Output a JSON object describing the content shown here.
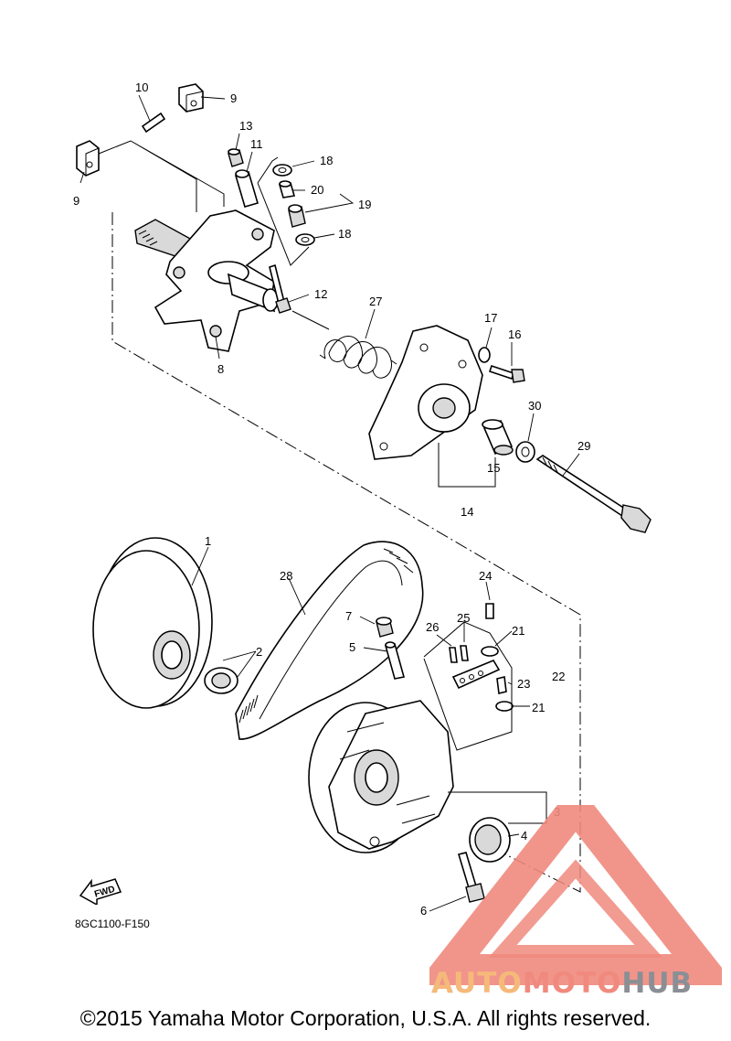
{
  "diagram_code": "8GC1100-F150",
  "copyright": "©2015 Yamaha Motor Corporation, U.S.A. All rights reserved.",
  "fwd_label": "FWD",
  "watermark": {
    "part1": "AUTO",
    "part2": "MOTO",
    "part3": "HUB"
  },
  "colors": {
    "watermark_orange": "#f5b97a",
    "watermark_red": "#f08a7e",
    "watermark_gray": "#8b8f95"
  },
  "callouts": {
    "c1": "1",
    "c2": "2",
    "c3": "3",
    "c4": "4",
    "c5": "5",
    "c6": "6",
    "c7": "7",
    "c8": "8",
    "c9a": "9",
    "c9b": "9",
    "c10": "10",
    "c11": "11",
    "c12": "12",
    "c13": "13",
    "c14": "14",
    "c15": "15",
    "c16": "16",
    "c17": "17",
    "c18a": "18",
    "c18b": "18",
    "c19": "19",
    "c20": "20",
    "c21a": "21",
    "c21b": "21",
    "c22": "22",
    "c23": "23",
    "c24": "24",
    "c25": "25",
    "c26": "26",
    "c27": "27",
    "c28": "28",
    "c29": "29",
    "c30": "30"
  }
}
